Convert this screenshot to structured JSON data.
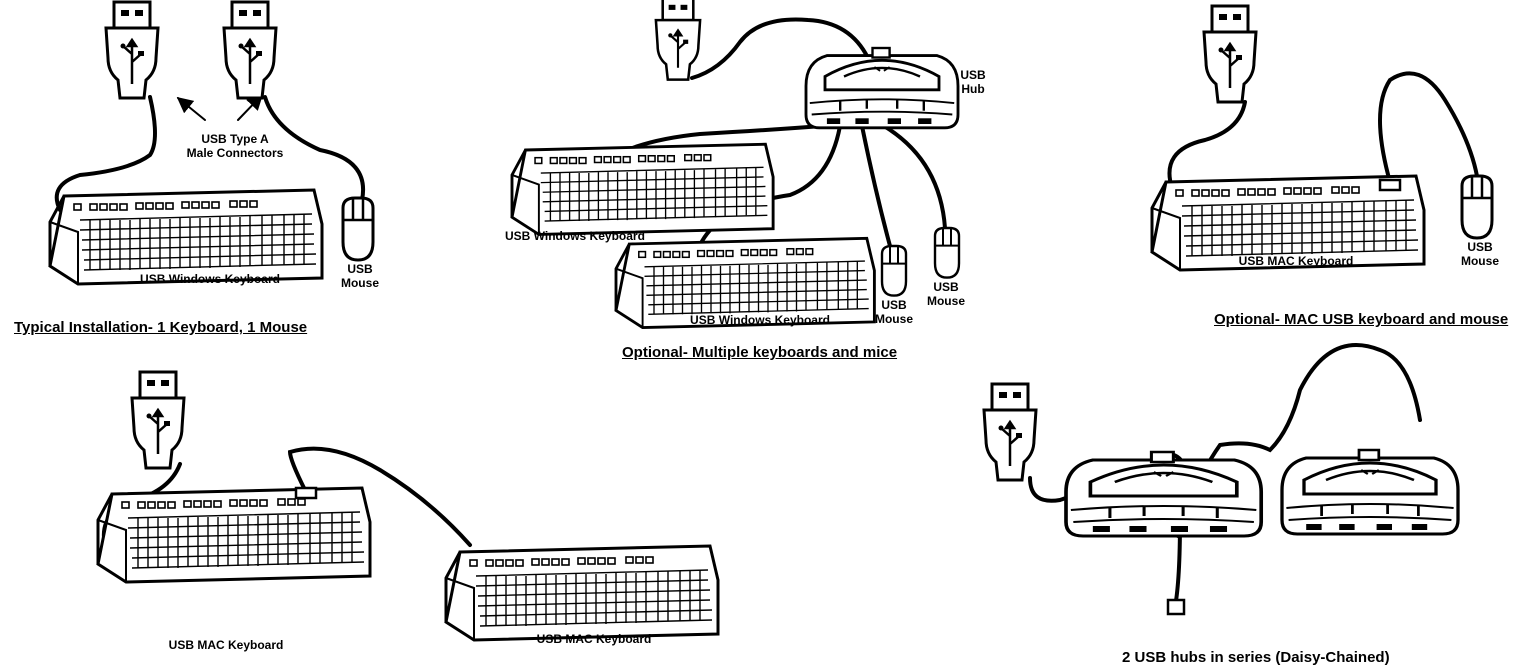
{
  "diagram": {
    "labels": {
      "connectors": [
        "USB Type A",
        "Male Connectors"
      ],
      "kbd_win_1": "USB Windows Keyboard",
      "mouse_1": [
        "USB",
        "Mouse"
      ],
      "hub": [
        "USB",
        "Hub"
      ],
      "kbd_win_2": "USB Windows Keyboard",
      "kbd_win_3": "USB Windows Keyboard",
      "mouse_2": [
        "USB",
        "Mouse"
      ],
      "mouse_3": [
        "USB",
        "Mouse"
      ],
      "kbd_mac_1": "USB MAC Keyboard",
      "mouse_4": [
        "USB",
        "Mouse"
      ],
      "kbd_mac_2": "USB MAC Keyboard",
      "kbd_mac_3": "USB MAC Keyboard"
    },
    "captions": {
      "typical": "Typical Installation- 1 Keyboard,  1 Mouse",
      "multiple": "Optional- Multiple keyboards and mice",
      "mac": "Optional- MAC USB keyboard and mouse",
      "daisy": "2 USB hubs in series (Daisy-Chained)"
    },
    "colors": {
      "ink": "#000000",
      "paper": "#ffffff"
    }
  }
}
